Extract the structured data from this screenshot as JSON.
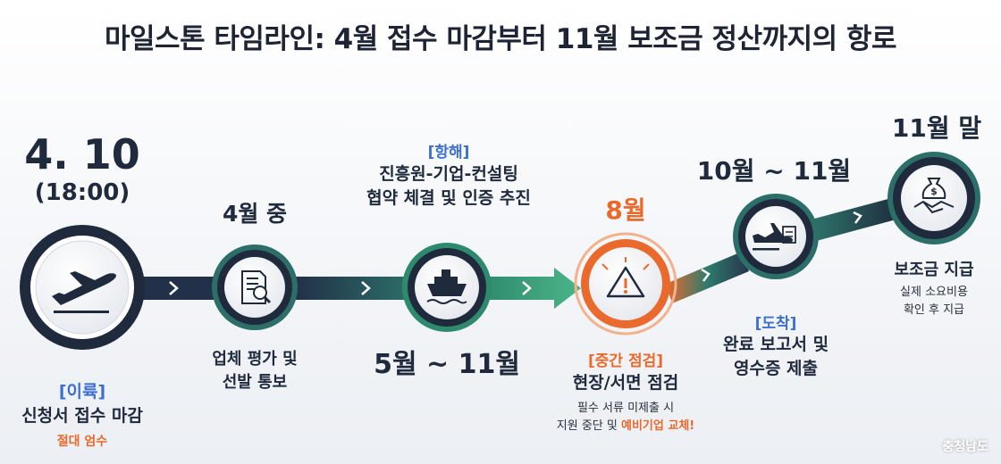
{
  "title": "마일스톤 타임라인: 4월 접수 마감부터 11월 보조금 정산까지의 항로",
  "milestones": [
    {
      "date": "4. 10",
      "time": "(18:00)",
      "tag": "[이륙]",
      "label": "신청서 접수 마감",
      "note": "절대 엄수",
      "icon": "airplane-takeoff-icon"
    },
    {
      "date": "4월 중",
      "label_line1": "업체 평가 및",
      "label_line2": "선발 통보",
      "icon": "document-search-icon"
    },
    {
      "tag": "[항해]",
      "label_line1": "진흥원-기업-컨설팅",
      "label_line2": "협약 체결 및 인증 추진",
      "period": "5월 ~ 11월",
      "icon": "ship-icon"
    },
    {
      "date": "8월",
      "tag": "[중간 점검]",
      "label": "현장/서면 점검",
      "note_line1": "필수 서류 미제출 시",
      "note_line2_prefix": "지원 중단 및 ",
      "note_line2_highlight": "예비기업 교체!",
      "icon": "warning-icon"
    },
    {
      "date": "10월 ~ 11월",
      "tag": "[도착]",
      "label_line1": "완료 보고서 및",
      "label_line2": "영수증 제출",
      "icon": "airplane-landing-checklist-icon"
    },
    {
      "date": "11월 말",
      "label": "보조금 지급",
      "note_line1": "실제 소요비용",
      "note_line2": "확인 후 지급",
      "icon": "money-bag-handshake-icon"
    }
  ],
  "watermark": "충청남도",
  "colors": {
    "navy": "#1f2a3c",
    "green": "#2f9a73",
    "orange": "#e96a2c",
    "tag_blue": "#3d6fd0"
  }
}
